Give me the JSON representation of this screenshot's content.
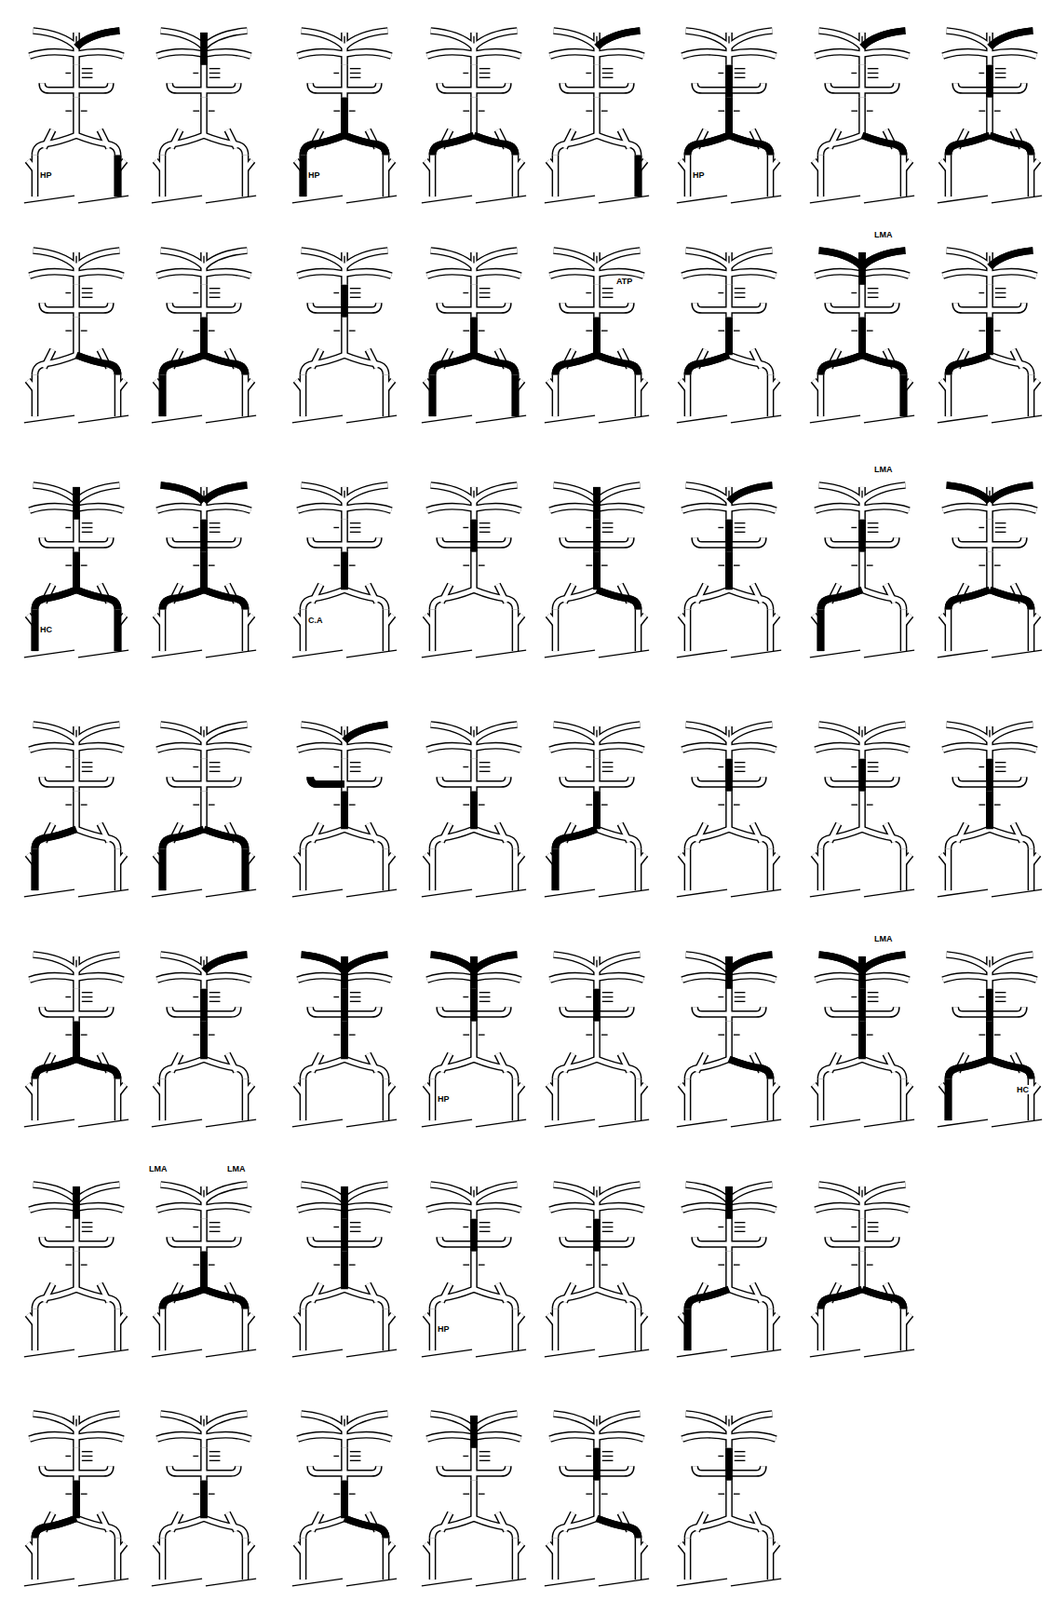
{
  "diagram": {
    "labels": [
      "HP",
      "HP",
      "HP",
      "ATP",
      "LMA",
      "HC",
      "C.A",
      "LMA",
      "HP",
      "LMA",
      "HC",
      "LMA",
      "LMA",
      "HP"
    ]
  }
}
